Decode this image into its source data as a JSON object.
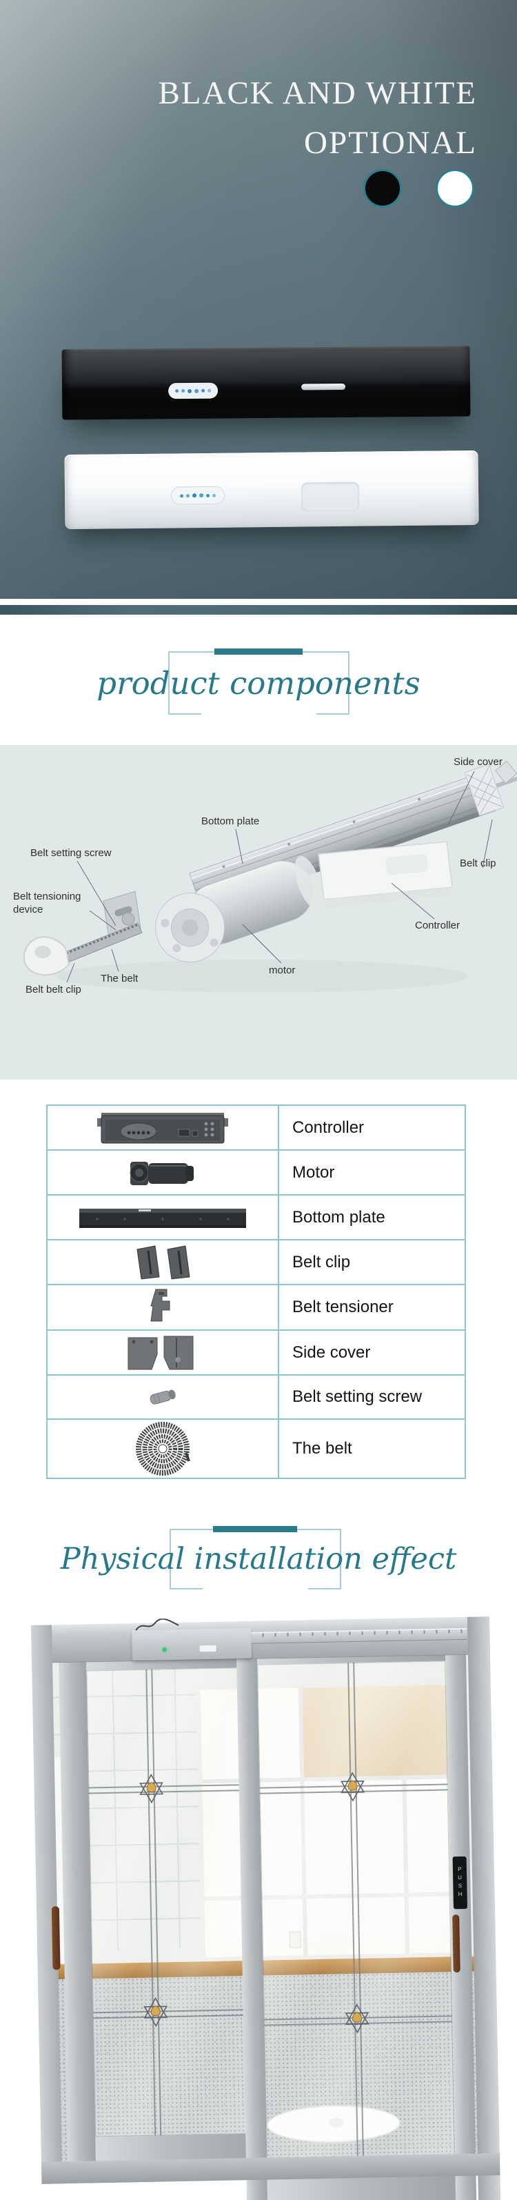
{
  "hero": {
    "line1": "BLACK AND WHITE",
    "line2": "OPTIONAL",
    "swatches": [
      {
        "name": "black-option",
        "color": "#0a0a0a"
      },
      {
        "name": "white-option",
        "color": "#ffffff"
      }
    ],
    "swatch_ring_color": "#2b7e8e"
  },
  "headings": {
    "components": "product components",
    "installation": "Physical installation effect",
    "accent_color": "#26798b"
  },
  "diagram": {
    "background_color": "#e0e9e8",
    "labels": [
      {
        "id": "side-cover",
        "text": "Side cover"
      },
      {
        "id": "bottom-plate",
        "text": "Bottom plate"
      },
      {
        "id": "belt-setting-screw",
        "text": "Belt setting screw"
      },
      {
        "id": "belt-tensioning-device",
        "text": "Belt tensioning device"
      },
      {
        "id": "belt-clip",
        "text": "Belt clip"
      },
      {
        "id": "controller",
        "text": "Controller"
      },
      {
        "id": "motor",
        "text": "motor"
      },
      {
        "id": "the-belt",
        "text": "The belt"
      },
      {
        "id": "belt-belt-clip",
        "text": "Belt belt clip"
      }
    ]
  },
  "table": {
    "line_color": "#8cc4d3",
    "rows": [
      {
        "icon": "controller-icon",
        "label": "Controller"
      },
      {
        "icon": "motor-icon",
        "label": "Motor"
      },
      {
        "icon": "bottom-plate-icon",
        "label": "Bottom plate"
      },
      {
        "icon": "belt-clip-icon",
        "label": "Belt clip"
      },
      {
        "icon": "belt-tensioner-icon",
        "label": "Belt tensioner"
      },
      {
        "icon": "side-cover-icon",
        "label": "Side cover"
      },
      {
        "icon": "belt-setting-screw-icon",
        "label": "Belt setting screw"
      },
      {
        "icon": "the-belt-icon",
        "label": "The belt"
      }
    ]
  },
  "photo": {
    "push_label": "PUSH",
    "led_color": "#2ecc71",
    "star_accent_color": "#d9a94e"
  }
}
